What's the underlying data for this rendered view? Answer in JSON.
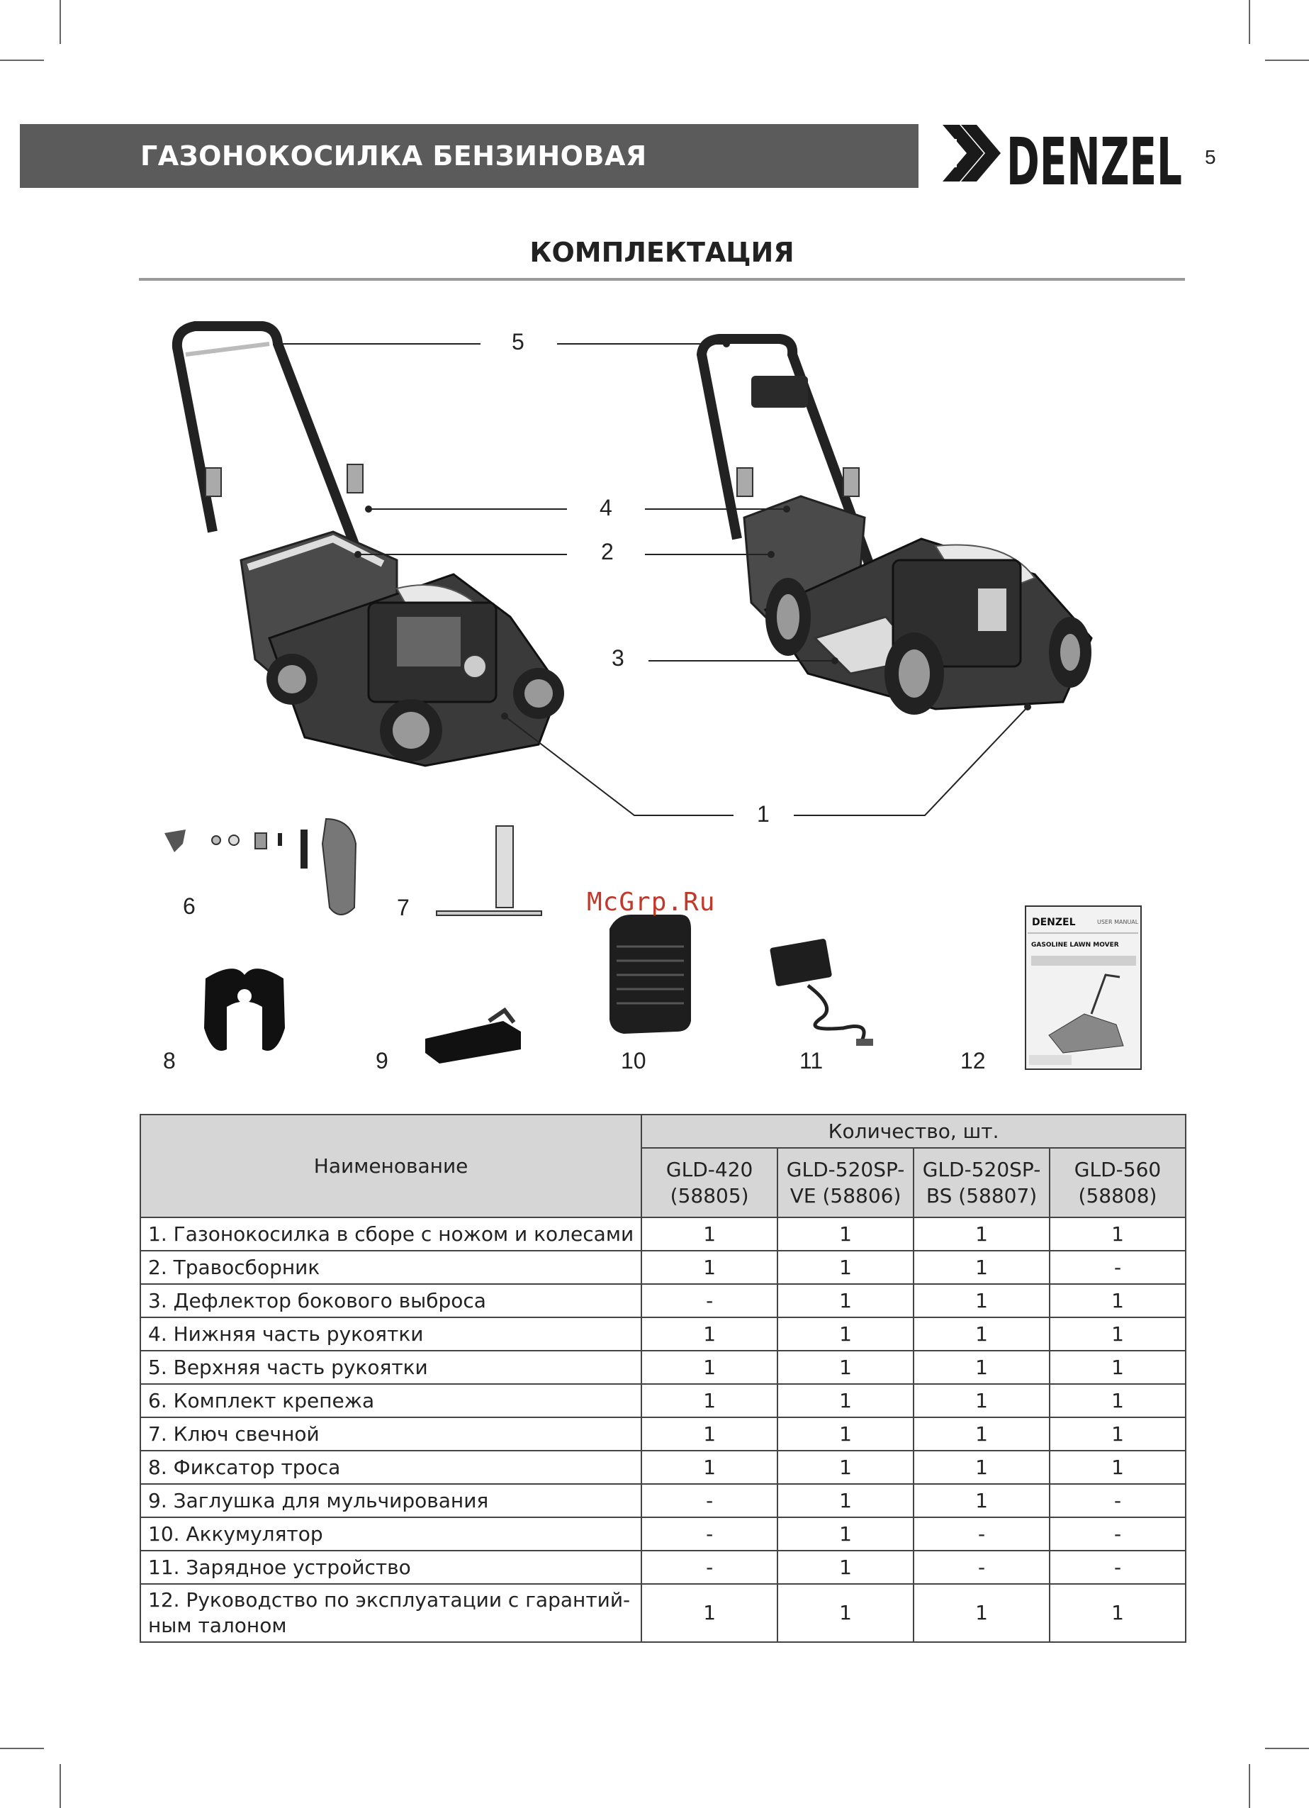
{
  "header": {
    "title": "ГАЗОНОКОСИЛКА БЕНЗИНОВАЯ",
    "brand": "DENZEL",
    "page_number": "5"
  },
  "section": {
    "title": "КОМПЛЕКТАЦИЯ"
  },
  "figure": {
    "callouts": [
      "1",
      "2",
      "3",
      "4",
      "5",
      "6",
      "7",
      "8",
      "9",
      "10",
      "11",
      "12"
    ],
    "manual_cover": {
      "brand": "DENZEL",
      "corner": "USER MANUAL",
      "title": "GASOLINE LAWN MOVER"
    },
    "watermark": "McGrp.Ru"
  },
  "table": {
    "name_header": "Наименование",
    "qty_header": "Количество, шт.",
    "models": [
      {
        "line1": "GLD-420",
        "line2": "(58805)"
      },
      {
        "line1": "GLD-520SP-",
        "line2": "VE (58806)"
      },
      {
        "line1": "GLD-520SP-",
        "line2": "BS (58807)"
      },
      {
        "line1": "GLD-560",
        "line2": "(58808)"
      }
    ],
    "rows": [
      {
        "name": "1. Газонокосилка в сборе с ножом и колесами",
        "q": [
          "1",
          "1",
          "1",
          "1"
        ]
      },
      {
        "name": "2. Травосборник",
        "q": [
          "1",
          "1",
          "1",
          "-"
        ]
      },
      {
        "name": "3. Дефлектор бокового выброса",
        "q": [
          "-",
          "1",
          "1",
          "1"
        ]
      },
      {
        "name": "4. Нижняя часть рукоятки",
        "q": [
          "1",
          "1",
          "1",
          "1"
        ]
      },
      {
        "name": "5. Верхняя часть рукоятки",
        "q": [
          "1",
          "1",
          "1",
          "1"
        ]
      },
      {
        "name": "6. Комплект крепежа",
        "q": [
          "1",
          "1",
          "1",
          "1"
        ]
      },
      {
        "name": "7. Ключ свечной",
        "q": [
          "1",
          "1",
          "1",
          "1"
        ]
      },
      {
        "name": "8. Фиксатор троса",
        "q": [
          "1",
          "1",
          "1",
          "1"
        ]
      },
      {
        "name": "9. Заглушка для мульчирования",
        "q": [
          "-",
          "1",
          "1",
          "-"
        ]
      },
      {
        "name": "10. Аккумулятор",
        "q": [
          "-",
          "1",
          "-",
          "-"
        ]
      },
      {
        "name": "11. Зарядное устройство",
        "q": [
          "-",
          "1",
          "-",
          "-"
        ]
      },
      {
        "name": "12. Руководство по эксплуатации с гарантий-ным талоном",
        "name_line1": "12. Руководство по эксплуатации с гарантий-",
        "name_line2": "ным талоном",
        "q": [
          "1",
          "1",
          "1",
          "1"
        ]
      }
    ]
  },
  "colors": {
    "header_bg": "#5b5b5b",
    "table_header_bg": "#d6d6d6",
    "rule": "#9a9a9a",
    "watermark": "#c0392b"
  }
}
